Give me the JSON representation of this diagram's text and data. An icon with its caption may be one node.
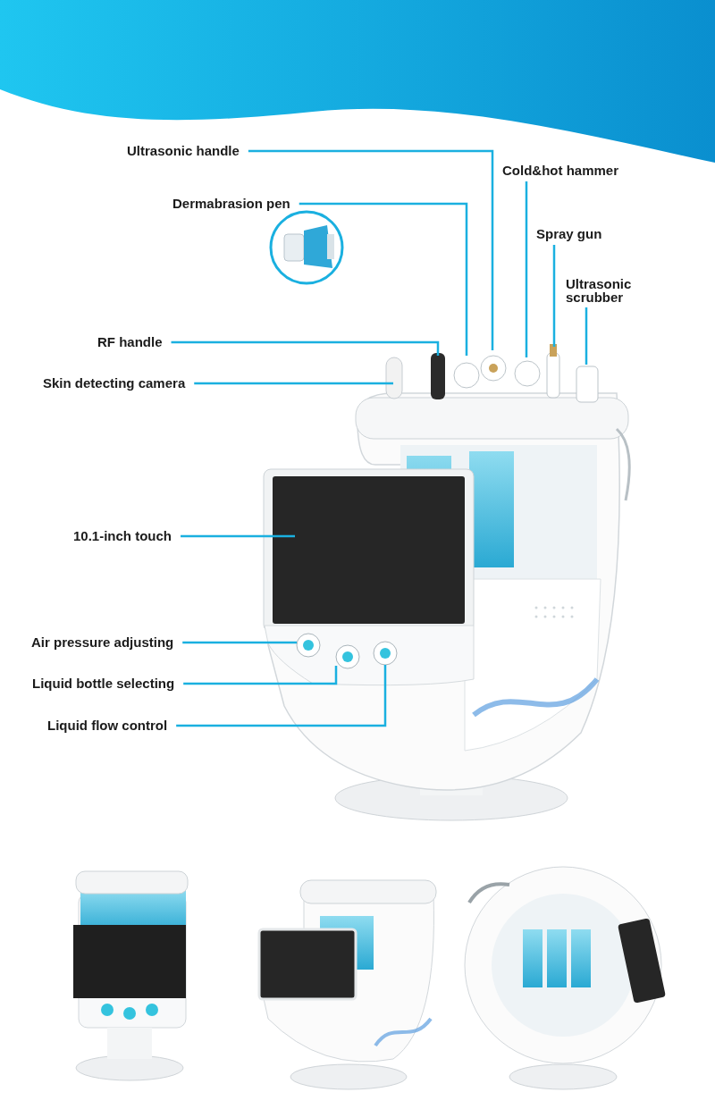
{
  "diagram": {
    "nodes": [
      {
        "text": [
          "Ultrasonic handle"
        ]
      },
      {
        "text": [
          "Cold&hot hammer"
        ]
      },
      {
        "text": [
          "Dermabrasion pen"
        ]
      },
      {
        "text": [
          "Spray gun"
        ]
      },
      {
        "text": [
          "Ultrasonic scrubber"
        ]
      },
      {
        "text": [
          "RF handle"
        ]
      },
      {
        "text": [
          "Skin detecting camera"
        ]
      },
      {
        "text": [
          "10.1-inch touch"
        ]
      },
      {
        "text": [
          "Air pressure adjusting"
        ]
      },
      {
        "text": [
          "Liquid bottle selecting"
        ]
      },
      {
        "text": [
          "Liquid flow control"
        ]
      }
    ],
    "edges": [
      {
        "from": 0,
        "to": null,
        "arrow": "none"
      },
      {
        "from": 1,
        "to": null,
        "arrow": "none"
      },
      {
        "from": 2,
        "to": null,
        "arrow": "none"
      },
      {
        "from": 3,
        "to": null,
        "arrow": "none"
      },
      {
        "from": 4,
        "to": null,
        "arrow": "none"
      },
      {
        "from": 5,
        "to": null,
        "arrow": "none"
      },
      {
        "from": 6,
        "to": null,
        "arrow": "none"
      },
      {
        "from": 7,
        "to": null,
        "arrow": "none"
      },
      {
        "from": 8,
        "to": null,
        "arrow": "none"
      },
      {
        "from": 9,
        "to": null,
        "arrow": "none"
      },
      {
        "from": 10,
        "to": null,
        "arrow": "none"
      }
    ]
  }
}
